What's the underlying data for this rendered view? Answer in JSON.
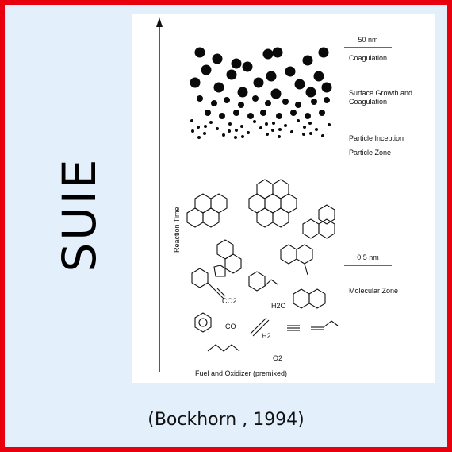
{
  "slide": {
    "vertical_title": "SUIE",
    "citation": "(Bockhorn , 1994)",
    "colors": {
      "border": "#e8000f",
      "background": "#e3f0fb",
      "figure_bg": "#ffffff"
    }
  },
  "diagram": {
    "axis_label": "Reaction Time",
    "bottom_label": "Fuel and Oxidizer (premixed)",
    "scale_top": "50 nm",
    "scale_mid": "0.5 nm",
    "zones": {
      "coagulation": "Coagulation",
      "surface_growth_1": "Surface Growth and",
      "surface_growth_2": "Coagulation",
      "inception": "Particle Inception",
      "particle_zone": "Particle Zone",
      "molecular_zone": "Molecular Zone"
    },
    "species": {
      "co2": "CO2",
      "h2o": "H2O",
      "co": "CO",
      "h2": "H2",
      "o2": "O2"
    }
  }
}
